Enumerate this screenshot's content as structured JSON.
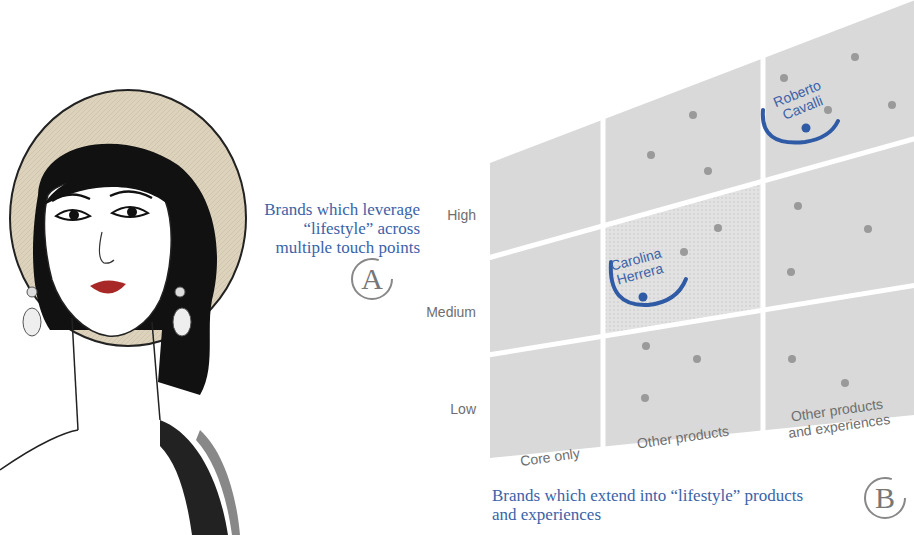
{
  "diagram": {
    "nodes": [
      {
        "text": [
          "A"
        ]
      },
      {
        "text": [
          "B"
        ]
      }
    ],
    "labels": [
      "Brands which leverage “lifestyle” across multiple touch points",
      "High",
      "Medium",
      "Low",
      "Roberto Cavalli",
      "Carolina Herrera",
      "Core only",
      "Other products",
      "Other products and experiences",
      "Brands which extend into “lifestyle” products and experiences"
    ]
  }
}
